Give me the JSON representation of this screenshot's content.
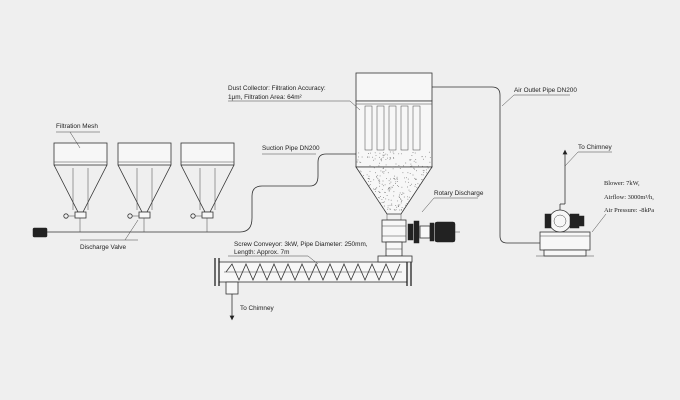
{
  "labels": {
    "filtration_mesh": "Filtration Mesh",
    "discharge_valve": "Discharge Valve",
    "suction_pipe": "Suction Pipe DN200",
    "dust_collector_line1": "Dust Collector: Filtration Accuracy:",
    "dust_collector_line2": "1μm, Filtration Area: 64m²",
    "air_outlet_pipe": "Air Outlet Pipe DN200",
    "rotary_discharge": "Rotary Discharge",
    "screw_conveyor_line1": "Screw Conveyor: 3kW, Pipe Diameter: 250mm,",
    "screw_conveyor_line2": "Length: Approx. 7m",
    "to_chimney_bottom": "To Chimney",
    "to_chimney_top": "To Chimney",
    "blower_spec": "Blower: 7kW,",
    "airflow_spec": "Airflow: 3000m³/h,",
    "air_pressure_spec": "Air Pressure: -8kPa"
  },
  "colors": {
    "background": "#efefef",
    "line": "#333333"
  }
}
